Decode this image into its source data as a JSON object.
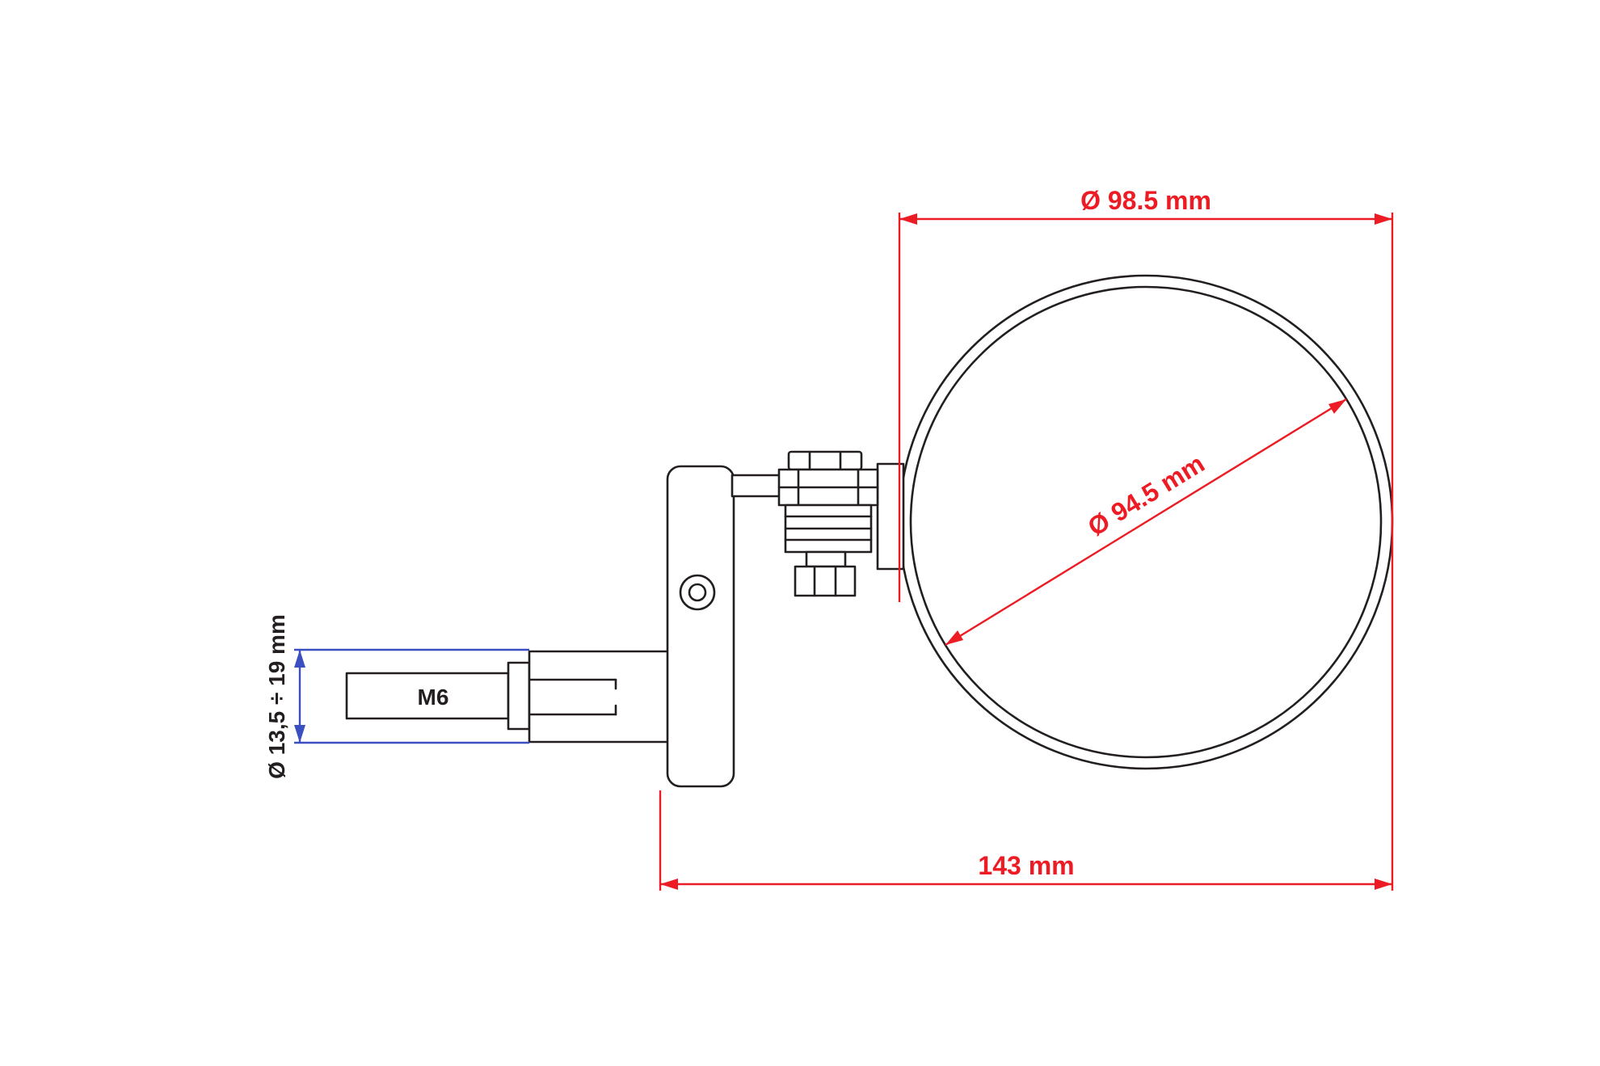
{
  "drawing": {
    "title": "bar-end-mirror-technical-drawing",
    "dimensions": {
      "top": {
        "label": "Ø 98.5 mm"
      },
      "diagonal": {
        "label": "Ø 94.5 mm"
      },
      "bottom": {
        "label": "143 mm"
      },
      "stem": {
        "label": "Ø 13,5 ÷ 19 mm"
      }
    },
    "parts": {
      "bolt_thread": "M6"
    },
    "colors": {
      "dimension_red": "#ed1c24",
      "dimension_blue": "#3b4fc1",
      "line_black": "#231f20",
      "background": "#ffffff"
    }
  }
}
